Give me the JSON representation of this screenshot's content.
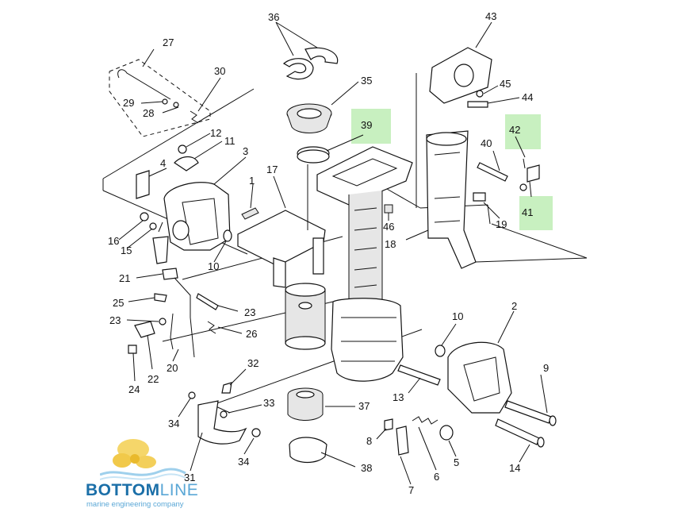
{
  "labels": {
    "p1": "1",
    "p2": "2",
    "p3": "3",
    "p4": "4",
    "p5": "5",
    "p6": "6",
    "p7": "7",
    "p8": "8",
    "p9": "9",
    "p10a": "10",
    "p10b": "10",
    "p11": "11",
    "p12": "12",
    "p13": "13",
    "p14": "14",
    "p15": "15",
    "p16": "16",
    "p17": "17",
    "p18": "18",
    "p19": "19",
    "p20": "20",
    "p21": "21",
    "p22": "22",
    "p23a": "23",
    "p23b": "23",
    "p24": "24",
    "p25": "25",
    "p26": "26",
    "p27": "27",
    "p28": "28",
    "p29": "29",
    "p30": "30",
    "p31": "31",
    "p32": "32",
    "p33": "33",
    "p34a": "34",
    "p34b": "34",
    "p35": "35",
    "p36": "36",
    "p37": "37",
    "p38": "38",
    "p39": "39",
    "p40": "40",
    "p41": "41",
    "p42": "42",
    "p43": "43",
    "p44": "44",
    "p45": "45",
    "p46": "46"
  },
  "highlight_color": "#c8f0c0",
  "logo": {
    "brand_bold": "BOTTOM",
    "brand_light": "LINE",
    "tagline": "marine engineering company"
  }
}
